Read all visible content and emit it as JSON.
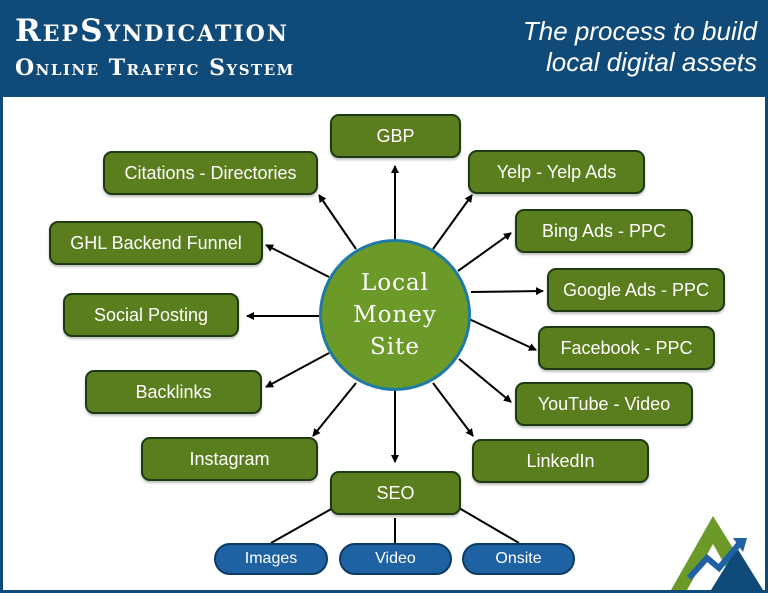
{
  "header": {
    "brand_title": "RepSyndication",
    "brand_subtitle": "Online Traffic System",
    "tagline_line1": "The process to build",
    "tagline_line2": "local digital assets"
  },
  "hub": {
    "line1": "Local",
    "line2": "Money",
    "line3": "Site"
  },
  "nodes": {
    "gbp": "GBP",
    "citations": "Citations - Directories",
    "yelp": "Yelp - Yelp Ads",
    "ghl": "GHL Backend Funnel",
    "bing": "Bing Ads - PPC",
    "social": "Social Posting",
    "google": "Google Ads - PPC",
    "facebook": "Facebook - PPC",
    "backlinks": "Backlinks",
    "youtube": "YouTube - Video",
    "instagram": "Instagram",
    "linkedin": "LinkedIn",
    "seo": "SEO"
  },
  "seo_children": {
    "images": "Images",
    "video": "Video",
    "onsite": "Onsite"
  },
  "colors": {
    "header_blue": "#0f4a78",
    "node_green": "#5a7d1e",
    "hub_green": "#6c9a28",
    "pill_blue": "#1f62a3"
  }
}
